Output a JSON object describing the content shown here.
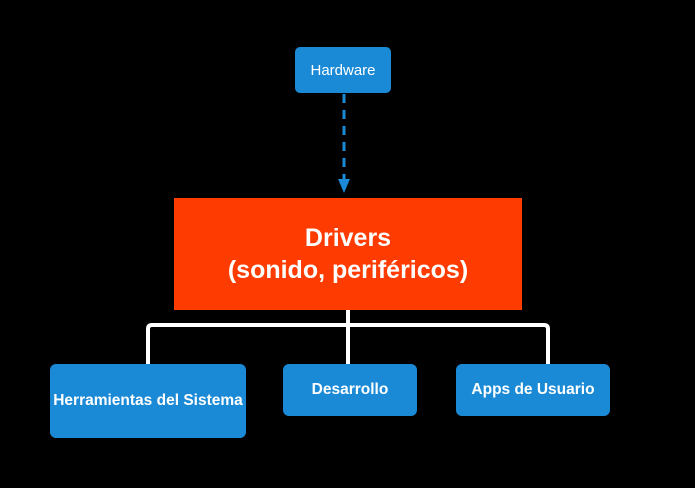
{
  "diagram": {
    "background_color": "#000000",
    "nodes": [
      {
        "id": "hardware",
        "label": "Hardware",
        "color": "#1b8ad6",
        "text_color": "#ffffff"
      },
      {
        "id": "drivers",
        "label_line1": "Drivers",
        "label_line2": "(sonido, periféricos)",
        "color": "#fe3b00",
        "text_color": "#ffffff"
      },
      {
        "id": "herramientas",
        "label_line1": "Herramientas del",
        "label_line2": "Sistema",
        "color": "#1b8ad6",
        "text_color": "#ffffff"
      },
      {
        "id": "desarrollo",
        "label": "Desarrollo",
        "color": "#1b8ad6",
        "text_color": "#ffffff"
      },
      {
        "id": "apps",
        "label": "Apps de Usuario",
        "color": "#1b8ad6",
        "text_color": "#ffffff"
      }
    ],
    "edges": [
      {
        "id": "hardware-to-drivers",
        "style": "dashed",
        "color": "#1b8ad6",
        "arrow": true
      },
      {
        "id": "drivers-to-children",
        "style": "solid",
        "color": "#ffffff",
        "arrow": false
      }
    ]
  }
}
